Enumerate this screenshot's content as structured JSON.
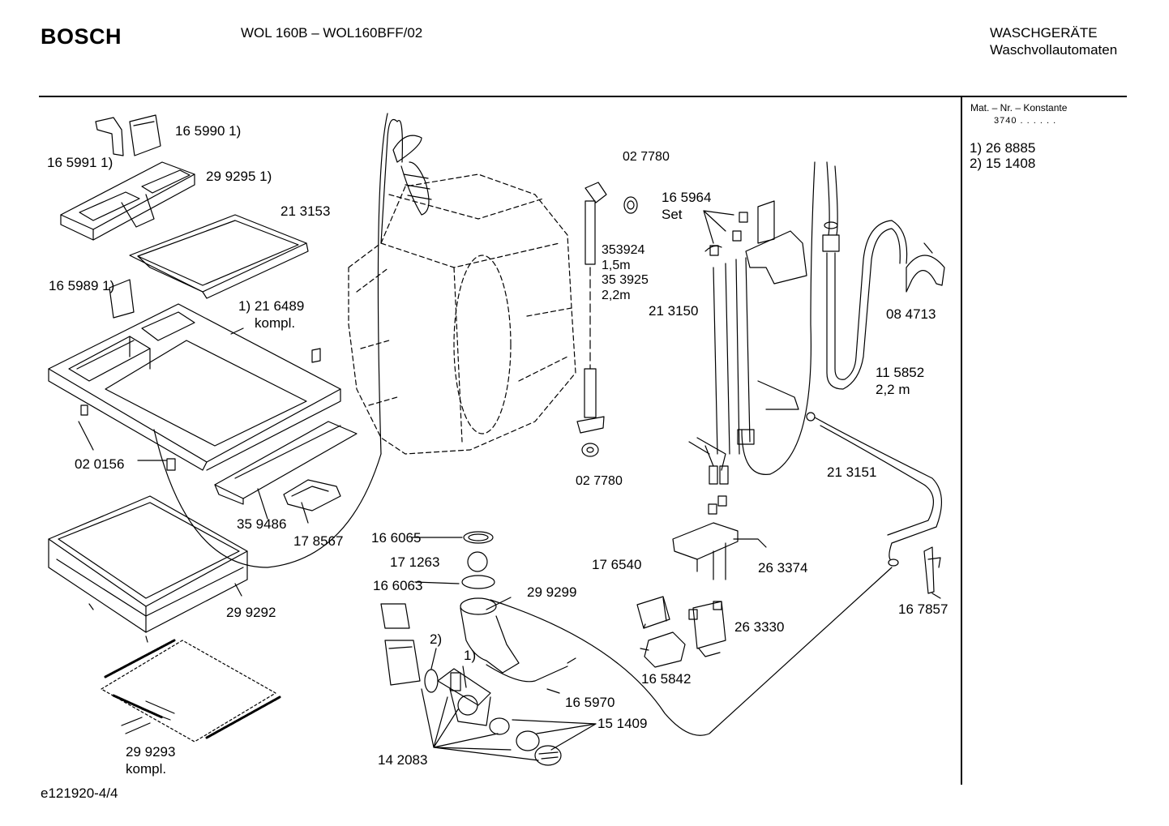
{
  "header": {
    "brand": "BOSCH",
    "model": "WOL 160B – WOL160BFF/02",
    "category_line1": "WASCHGERÄTE",
    "category_line2": "Waschvollautomaten"
  },
  "sidebar": {
    "konstante_label": "Mat. – Nr. – Konstante",
    "konstante_value": "3740  .  .    .  .  .  .",
    "footnotes": [
      "1)  26 8885",
      "2)  15 1408"
    ]
  },
  "parts": {
    "p165990": "16 5990 1)",
    "p165991": "16 5991 1)",
    "p299295": "29 9295 1)",
    "p213153": "21 3153",
    "p165989": "16 5989 1)",
    "p216489a": "1) 21 6489",
    "p216489b": "kompl.",
    "p020156": "02 0156",
    "p359486": "35 9486",
    "p178567": "17 8567",
    "p299292": "29 9292",
    "p299293a": "29 9293",
    "p299293b": "kompl.",
    "p027780top": "02 7780",
    "p353924": "353924",
    "p15m": "1,5m",
    "p353925": "35 3925",
    "p22m": "2,2m",
    "p027780bot": "02 7780",
    "p165964": "16 5964",
    "pset": "Set",
    "p213150": "21 3150",
    "p084713": "08 4713",
    "p115852": "11 5852",
    "p22m2": "2,2 m",
    "p213151": "21 3151",
    "p166065": "16 6065",
    "p171263": "17 1263",
    "p166063": "16 6063",
    "p299299": "29 9299",
    "p176540": "17 6540",
    "p263374": "26 3374",
    "p167857": "16 7857",
    "p263330": "26 3330",
    "p165842": "16 5842",
    "p2": "2)",
    "p1": "1)",
    "p165970": "16 5970",
    "p151409": "15 1409",
    "p142083": "14 2083"
  },
  "footer": {
    "drawing_id": "e121920-4/4"
  }
}
